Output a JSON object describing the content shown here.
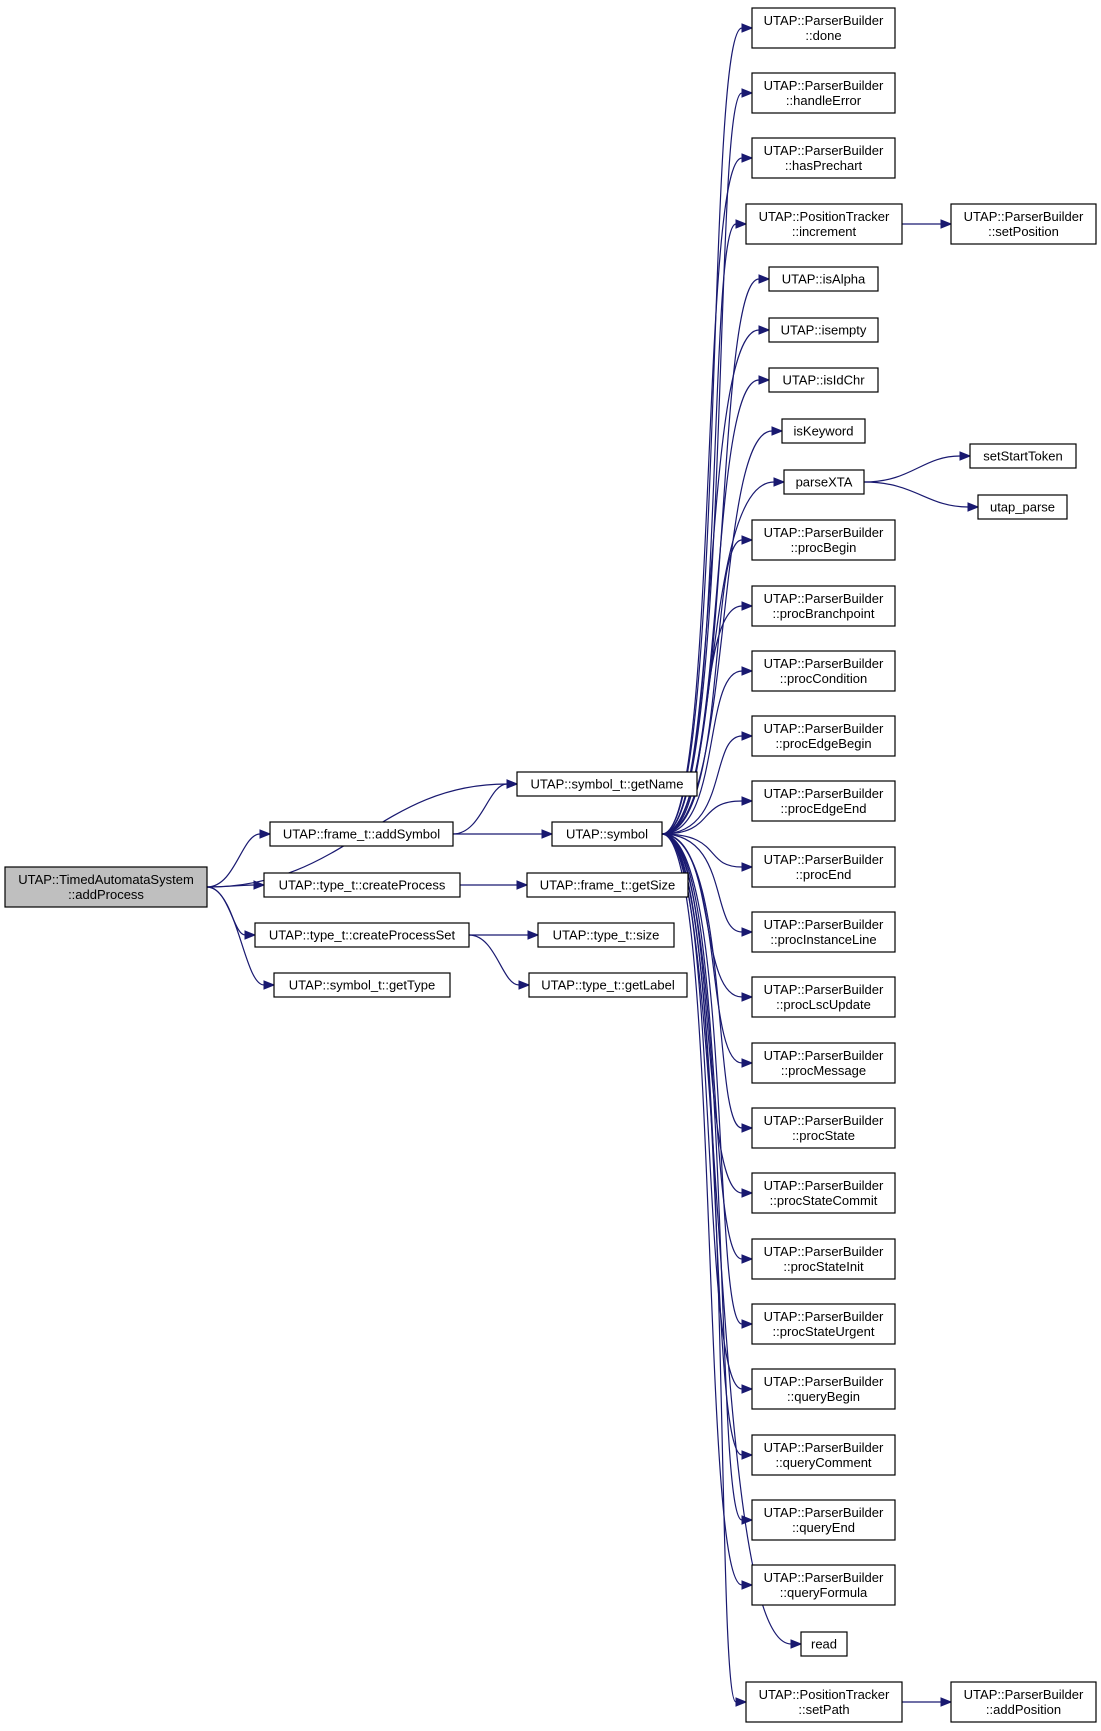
{
  "graph": {
    "colors": {
      "edge": "#191970",
      "node_border": "#000000",
      "node_fill": "#ffffff",
      "root_fill": "#bfbfbf"
    },
    "nodes": [
      {
        "id": "addProcess",
        "lines": [
          "UTAP::TimedAutomataSystem",
          "::addProcess"
        ],
        "root": true
      },
      {
        "id": "getName",
        "lines": [
          "UTAP::symbol_t::getName"
        ]
      },
      {
        "id": "addSymbol",
        "lines": [
          "UTAP::frame_t::addSymbol"
        ]
      },
      {
        "id": "createProcess",
        "lines": [
          "UTAP::type_t::createProcess"
        ]
      },
      {
        "id": "createProcessSet",
        "lines": [
          "UTAP::type_t::createProcessSet"
        ]
      },
      {
        "id": "getType",
        "lines": [
          "UTAP::symbol_t::getType"
        ]
      },
      {
        "id": "symbol",
        "lines": [
          "UTAP::symbol"
        ]
      },
      {
        "id": "getSize",
        "lines": [
          "UTAP::frame_t::getSize"
        ]
      },
      {
        "id": "size",
        "lines": [
          "UTAP::type_t::size"
        ]
      },
      {
        "id": "getLabel",
        "lines": [
          "UTAP::type_t::getLabel"
        ]
      },
      {
        "id": "done",
        "lines": [
          "UTAP::ParserBuilder",
          "::done"
        ]
      },
      {
        "id": "handleError",
        "lines": [
          "UTAP::ParserBuilder",
          "::handleError"
        ]
      },
      {
        "id": "hasPrechart",
        "lines": [
          "UTAP::ParserBuilder",
          "::hasPrechart"
        ]
      },
      {
        "id": "increment",
        "lines": [
          "UTAP::PositionTracker",
          "::increment"
        ]
      },
      {
        "id": "isAlpha",
        "lines": [
          "UTAP::isAlpha"
        ]
      },
      {
        "id": "isempty",
        "lines": [
          "UTAP::isempty"
        ]
      },
      {
        "id": "isIdChr",
        "lines": [
          "UTAP::isIdChr"
        ]
      },
      {
        "id": "isKeyword",
        "lines": [
          "isKeyword"
        ]
      },
      {
        "id": "parseXTA",
        "lines": [
          "parseXTA"
        ]
      },
      {
        "id": "procBegin",
        "lines": [
          "UTAP::ParserBuilder",
          "::procBegin"
        ]
      },
      {
        "id": "procBranchpoint",
        "lines": [
          "UTAP::ParserBuilder",
          "::procBranchpoint"
        ]
      },
      {
        "id": "procCondition",
        "lines": [
          "UTAP::ParserBuilder",
          "::procCondition"
        ]
      },
      {
        "id": "procEdgeBegin",
        "lines": [
          "UTAP::ParserBuilder",
          "::procEdgeBegin"
        ]
      },
      {
        "id": "procEdgeEnd",
        "lines": [
          "UTAP::ParserBuilder",
          "::procEdgeEnd"
        ]
      },
      {
        "id": "procEnd",
        "lines": [
          "UTAP::ParserBuilder",
          "::procEnd"
        ]
      },
      {
        "id": "procInstanceLine",
        "lines": [
          "UTAP::ParserBuilder",
          "::procInstanceLine"
        ]
      },
      {
        "id": "procLscUpdate",
        "lines": [
          "UTAP::ParserBuilder",
          "::procLscUpdate"
        ]
      },
      {
        "id": "procMessage",
        "lines": [
          "UTAP::ParserBuilder",
          "::procMessage"
        ]
      },
      {
        "id": "procState",
        "lines": [
          "UTAP::ParserBuilder",
          "::procState"
        ]
      },
      {
        "id": "procStateCommit",
        "lines": [
          "UTAP::ParserBuilder",
          "::procStateCommit"
        ]
      },
      {
        "id": "procStateInit",
        "lines": [
          "UTAP::ParserBuilder",
          "::procStateInit"
        ]
      },
      {
        "id": "procStateUrgent",
        "lines": [
          "UTAP::ParserBuilder",
          "::procStateUrgent"
        ]
      },
      {
        "id": "queryBegin",
        "lines": [
          "UTAP::ParserBuilder",
          "::queryBegin"
        ]
      },
      {
        "id": "queryComment",
        "lines": [
          "UTAP::ParserBuilder",
          "::queryComment"
        ]
      },
      {
        "id": "queryEnd",
        "lines": [
          "UTAP::ParserBuilder",
          "::queryEnd"
        ]
      },
      {
        "id": "queryFormula",
        "lines": [
          "UTAP::ParserBuilder",
          "::queryFormula"
        ]
      },
      {
        "id": "read",
        "lines": [
          "read"
        ]
      },
      {
        "id": "setPath",
        "lines": [
          "UTAP::PositionTracker",
          "::setPath"
        ]
      },
      {
        "id": "setPosition",
        "lines": [
          "UTAP::ParserBuilder",
          "::setPosition"
        ]
      },
      {
        "id": "setStartToken",
        "lines": [
          "setStartToken"
        ]
      },
      {
        "id": "utap_parse",
        "lines": [
          "utap_parse"
        ]
      },
      {
        "id": "addPosition",
        "lines": [
          "UTAP::ParserBuilder",
          "::addPosition"
        ]
      }
    ],
    "edges": [
      [
        "addProcess",
        "getName"
      ],
      [
        "addProcess",
        "addSymbol"
      ],
      [
        "addProcess",
        "createProcess"
      ],
      [
        "addProcess",
        "createProcessSet"
      ],
      [
        "addProcess",
        "getType"
      ],
      [
        "addSymbol",
        "getName"
      ],
      [
        "addSymbol",
        "symbol"
      ],
      [
        "createProcess",
        "getSize"
      ],
      [
        "createProcessSet",
        "size"
      ],
      [
        "createProcessSet",
        "getLabel"
      ],
      [
        "symbol",
        "done"
      ],
      [
        "symbol",
        "handleError"
      ],
      [
        "symbol",
        "hasPrechart"
      ],
      [
        "symbol",
        "increment"
      ],
      [
        "symbol",
        "isAlpha"
      ],
      [
        "symbol",
        "isempty"
      ],
      [
        "symbol",
        "isIdChr"
      ],
      [
        "symbol",
        "isKeyword"
      ],
      [
        "symbol",
        "parseXTA"
      ],
      [
        "symbol",
        "procBegin"
      ],
      [
        "symbol",
        "procBranchpoint"
      ],
      [
        "symbol",
        "procCondition"
      ],
      [
        "symbol",
        "procEdgeBegin"
      ],
      [
        "symbol",
        "procEdgeEnd"
      ],
      [
        "symbol",
        "procEnd"
      ],
      [
        "symbol",
        "procInstanceLine"
      ],
      [
        "symbol",
        "procLscUpdate"
      ],
      [
        "symbol",
        "procMessage"
      ],
      [
        "symbol",
        "procState"
      ],
      [
        "symbol",
        "procStateCommit"
      ],
      [
        "symbol",
        "procStateInit"
      ],
      [
        "symbol",
        "procStateUrgent"
      ],
      [
        "symbol",
        "queryBegin"
      ],
      [
        "symbol",
        "queryComment"
      ],
      [
        "symbol",
        "queryEnd"
      ],
      [
        "symbol",
        "queryFormula"
      ],
      [
        "symbol",
        "read"
      ],
      [
        "symbol",
        "setPath"
      ],
      [
        "increment",
        "setPosition"
      ],
      [
        "parseXTA",
        "setStartToken"
      ],
      [
        "parseXTA",
        "utap_parse"
      ],
      [
        "setPath",
        "addPosition"
      ]
    ]
  }
}
